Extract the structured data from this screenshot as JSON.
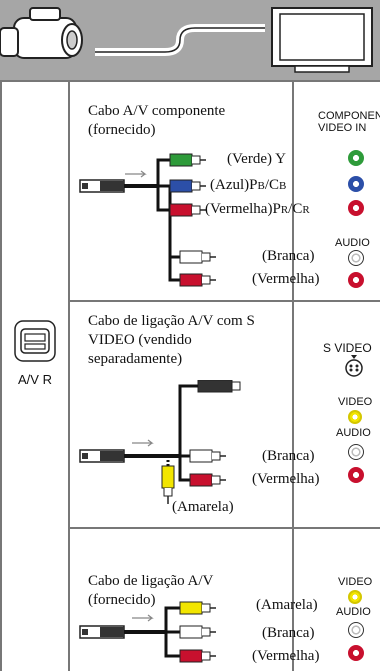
{
  "left_label": "A/V R",
  "sections": [
    {
      "caption": "Cabo A/V componente (fornecido)",
      "port_title": "COMPONENT\nVIDEO IN",
      "labels": {
        "green": "(Verde) Y",
        "blue_a": "(Azul)P",
        "blue_b": "B",
        "blue_c": "/C",
        "blue_d": "B",
        "red_a": "(Vermelha)P",
        "red_b": "R",
        "red_c": "/C",
        "red_d": "R",
        "audio": "AUDIO",
        "white": "(Branca)",
        "red2": "(Vermelha)"
      }
    },
    {
      "caption": "Cabo de ligação A/V com S VIDEO (vendido separadamente)",
      "labels": {
        "svideo": "S VIDEO",
        "video": "VIDEO",
        "audio": "AUDIO",
        "white": "(Branca)",
        "red": "(Vermelha)",
        "yellow": "(Amarela)"
      }
    },
    {
      "caption": "Cabo de ligação A/V (fornecido)",
      "labels": {
        "video": "VIDEO",
        "audio": "AUDIO",
        "yellow": "(Amarela)",
        "white": "(Branca)",
        "red": "(Vermelha)"
      }
    }
  ],
  "colors": {
    "green": "#2e9b3a",
    "blue": "#2c4fa8",
    "red": "#c8102e",
    "yellow": "#f2e500",
    "white": "#ffffff"
  }
}
